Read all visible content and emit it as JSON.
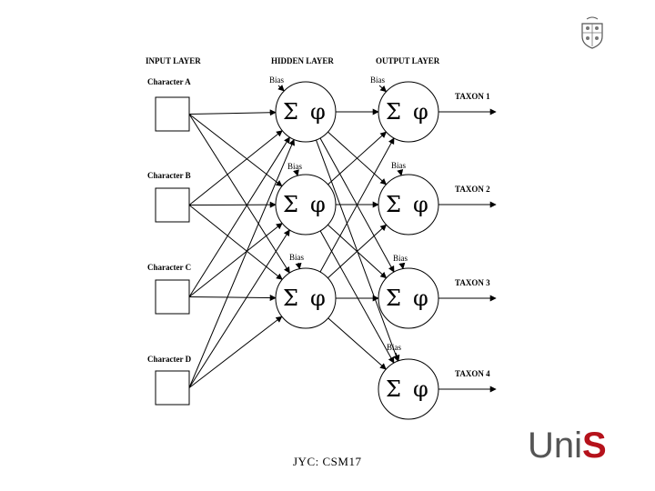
{
  "diagram": {
    "layers": {
      "input": "INPUT LAYER",
      "hidden": "HIDDEN LAYER",
      "output": "OUTPUT LAYER"
    },
    "inputs": [
      "Character A",
      "Character B",
      "Character C",
      "Character D"
    ],
    "outputs": [
      "TAXON 1",
      "TAXON 2",
      "TAXON 3",
      "TAXON 4"
    ],
    "bias_label": "Bias",
    "sum_symbol": "Σ",
    "activation_symbol": "φ",
    "hidden_count": 3,
    "output_count": 4
  },
  "footer": {
    "text": "JYC: CSM17"
  },
  "logo": {
    "uni": "Uni",
    "s": "S",
    "brand_color": "#b5121b",
    "text_color": "#555555"
  },
  "crest": {
    "name": "university-crest-icon"
  }
}
